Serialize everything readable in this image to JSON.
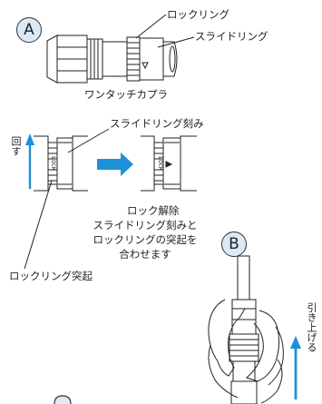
{
  "colors": {
    "accent_blue": "#1f8fd6",
    "badge_fill": "#dbeaf6",
    "line": "#222222"
  },
  "badges": {
    "a": "A",
    "b": "B"
  },
  "labels": {
    "lock_ring": "ロックリング",
    "slide_ring": "スライドリング",
    "one_touch_coupler": "ワンタッチカプラ",
    "slide_ring_notch": "スライドリング刻み",
    "rotate": "回す",
    "lock_release": "ロック解除",
    "align_instruction": [
      "スライドリング刻みと",
      "ロックリングの突起を",
      "合わせます"
    ],
    "lock_ring_protrusion": "ロックリング突起",
    "lift_up": "引き上げる"
  },
  "ring_marks": {
    "lock": "LOCK",
    "lock2": "LOCK"
  }
}
